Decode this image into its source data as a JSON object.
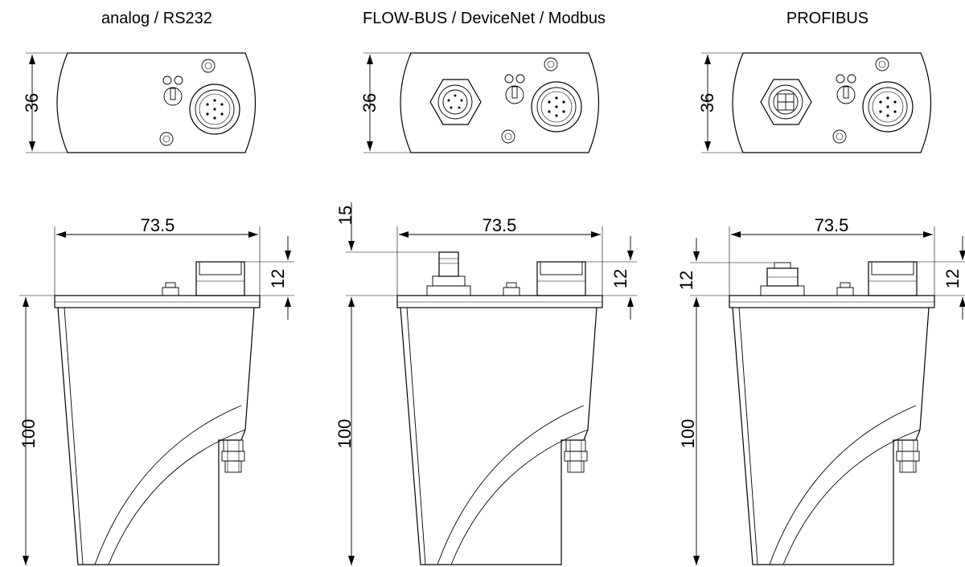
{
  "views": [
    {
      "title": "analog / RS232",
      "top_height_label": "36",
      "width_label": "73.5",
      "connector_height_label": "12",
      "body_height_label": "100",
      "bus_connector": "none"
    },
    {
      "title": "FLOW-BUS / DeviceNet / Modbus",
      "top_height_label": "36",
      "width_label": "73.5",
      "connector_height_label": "12",
      "body_height_label": "100",
      "bus_connector_height_label": "15",
      "bus_connector": "m12-5pin"
    },
    {
      "title": "PROFIBUS",
      "top_height_label": "36",
      "width_label": "73.5",
      "connector_height_label": "12",
      "body_height_label": "100",
      "bus_connector_height_label": "12",
      "bus_connector": "profibus-4pin"
    }
  ],
  "colors": {
    "line": "#000000",
    "background": "#ffffff"
  }
}
